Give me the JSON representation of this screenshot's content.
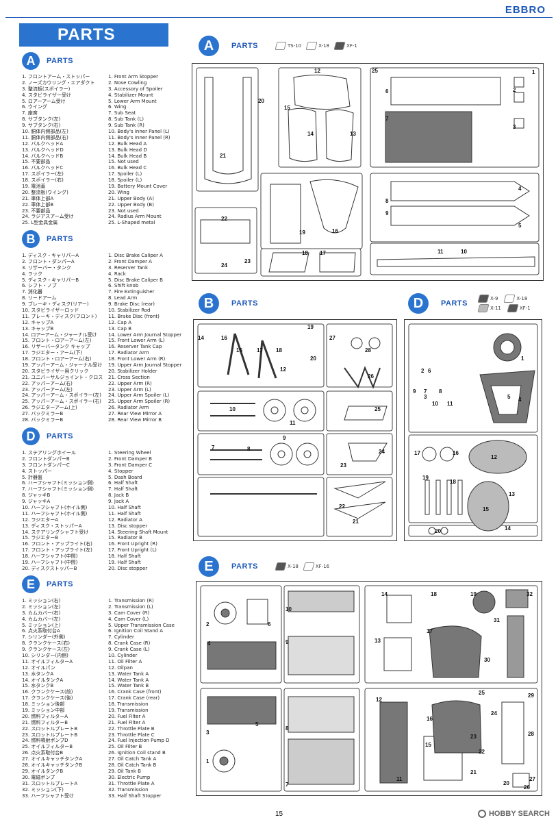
{
  "header": {
    "brand": "EBBRO",
    "parts_banner": "PARTS",
    "page_number": "15",
    "watermark": "HOBBY SEARCH"
  },
  "sections": [
    {
      "letter": "A",
      "title": "PARTS",
      "jp": [
        "1. フロントアーム・ストッパー",
        "2. ノーズカウリング・エアダクト",
        "3. 整流板(スポイラー)",
        "4. スタビライザー受け",
        "5. ロアーアーム受け",
        "6. ウイング",
        "7. 座席",
        "8. サブタンク(左)",
        "9. サブタンク(右)",
        "10. 胴体内側部品(左)",
        "11. 胴体内側部品(右)",
        "12. バルクヘッドA",
        "13. バルクヘッドD",
        "14. バルクヘッドB",
        "15. 不要部品",
        "16. バルクヘッドC",
        "17. スポイラー(左)",
        "18. スポイラー(右)",
        "19. 電池蓋",
        "20. 整流板(ウイング)",
        "21. 車体上部A",
        "22. 車体上部B",
        "23. 不要部品",
        "24. ラジアスアーム受け",
        "25. L型金具金属"
      ],
      "en": [
        "1. Front Arm Stopper",
        "2. Nose Cowling",
        "3. Accessory of Spoiler",
        "4. Stabilizer Mount",
        "5. Lower Arm Mount",
        "6. Wing",
        "7. Sub Seat",
        "8. Sub Tank (L)",
        "9. Sub Tank (R)",
        "10. Body's Inner Panel (L)",
        "11. Body's Inner Panel (R)",
        "12. Bulk Head A",
        "13. Bulk Head D",
        "14. Bulk Head B",
        "15. Not used",
        "16. Bulk Head C",
        "17. Spoiler (L)",
        "18. Spoiler (L)",
        "19. Battery Mount Cover",
        "20. Wing",
        "21. Upper Body (A)",
        "22. Upper Body (B)",
        "23. Not used",
        "24. Radius Arm Mount",
        "25. L-Shaped metal"
      ]
    },
    {
      "letter": "B",
      "title": "PARTS",
      "jp": [
        "1. ディスク・キャリパーA",
        "2. フロント・ダンパーA",
        "3. リザーバー・タンク",
        "4. ラック",
        "5. ディスク・キャリパーB",
        "6. シフト・ノブ",
        "7. 消化器",
        "8. リードアーム",
        "9. ブレーキ・ディスク(リアー)",
        "10. スタビライザーロッド",
        "11. ブレーキ・ディスク(フロント)",
        "12. キャップA",
        "13. キャップB",
        "14. ロアーアーム・ジャーナル受け",
        "15. フロント・ロアーアーム(左)",
        "16. リザーバータンク キャップ",
        "17. ラジエター・アーム(下)",
        "18. フロント・ロアーアーム(右)",
        "19. アッパーアーム・ジャーナル受け",
        "20. スタビライザー用クリック",
        "21. ユニバーサルジョイント・クロス",
        "22. アッパーアーム(右)",
        "23. アッパーアーム(左)",
        "24. アッパーアーム・スポイラー(左)",
        "25. アッパーアーム・スポイラー(右)",
        "26. ラジエターアーム(上)",
        "27. バックミラーB",
        "28. バックミラーB"
      ],
      "en": [
        "1. Disc Brake Caliper A",
        "2. Front Damper A",
        "3. Reserver Tank",
        "4. Rack",
        "5. Disc Brake Caliper B",
        "6. Shift knob",
        "7. Fire Extinguisher",
        "8. Lead Arm",
        "9. Brake Disc (rear)",
        "10. Stabilizer Rod",
        "11. Brake Disc (front)",
        "12. Cap A",
        "13. Cap B",
        "14. Lower Arm Journal Stopper",
        "15. Front Lower Arm (L)",
        "16. Reserver Tank Cap",
        "17. Radiator Arm",
        "18. Front Lower Arm (R)",
        "19. Upper Arm Journal Stopper",
        "20. Stabilizer Holder",
        "21. Cross Section",
        "22. Upper Arm (R)",
        "23. Upper Arm (L)",
        "24. Upper Arm Spoiler (L)",
        "25. Upper Arm Spoiler (R)",
        "26. Radiator Arm",
        "27. Rear View Mirror A",
        "28. Rear View Mirror B"
      ]
    },
    {
      "letter": "D",
      "title": "PARTS",
      "jp": [
        "1. ステアリングホイール",
        "2. フロントダンパーB",
        "3. フロントダンパーC",
        "4. ストッパー",
        "5. 計器盤",
        "6. ハーフシャフト(ミッション側)",
        "7. ハーフシャフト(ミッション側)",
        "8. ジャッキB",
        "9. ジャッキA",
        "10. ハーフシャフト(ホイル側)",
        "11. ハーフシャフト(ホイル側)",
        "12. ラジエターA",
        "13. ディスク・ストッパーA",
        "14. ステアリングシャフト受け",
        "15. ラジエターB",
        "16. フロント・アップライト(右)",
        "17. フロント・アップライト(左)",
        "18. ハーフシャフト(中間)",
        "19. ハーフシャフト(中間)",
        "20. ディスクストッパーB"
      ],
      "en": [
        "1. Steering Wheel",
        "2. Front Damper B",
        "3. Front Damper C",
        "4. Stopper",
        "5. Dash Board",
        "6. Half Shaft",
        "7. Half Shaft",
        "8. Jack B",
        "9. Jack A",
        "10. Half Shaft",
        "11. Half Shaft",
        "12. Radiator A",
        "13. Disc stopper",
        "14. Steering Shaft Mount",
        "15. Radiator B",
        "16. Front Upright (R)",
        "17. Front Upright (L)",
        "18. Half Shaft",
        "19. Half Shaft",
        "20. Disc stopper"
      ]
    },
    {
      "letter": "E",
      "title": "PARTS",
      "jp": [
        "1. ミッション(右)",
        "2. ミッション(左)",
        "3. カムカバー(右)",
        "4. カムカバー(左)",
        "5. ミッション(上)",
        "6. 点火系取付台A",
        "7. シリンダー(外側)",
        "8. クランクケース(右)",
        "9. クランクケース(左)",
        "10. シリンダー(内側)",
        "11. オイルフィルターA",
        "12. オイルパン",
        "13. 水タンクA",
        "14. オイルタンクA",
        "15. 水タンクB",
        "16. クランクケース(前)",
        "17. クランクケース(後)",
        "18. ミッション後部",
        "19. ミッション中部",
        "20. 燃料フィルターA",
        "21. 燃料フィルターB",
        "22. スロットルプレートB",
        "23. スロットルプレートB",
        "24. 燃料噴射ポンプD",
        "25. オイルフィルターB",
        "26. 点火系取付台B",
        "27. オイルキャッチタンクA",
        "28. オイルキャッチタンクB",
        "29. オイルタンクB",
        "30. 電磁ポンプ",
        "31. スロットルプレートA",
        "32. ミッション(下)",
        "33. ハーフシャフト受け"
      ],
      "en": [
        "1. Transmission (R)",
        "2. Transmission (L)",
        "3. Cam Cover (R)",
        "4. Cam Cover (L)",
        "5. Upper Transmission Case",
        "6. Ignition Coil Stand A",
        "7. Cylinder",
        "8. Crank Case (R)",
        "9. Crank Case (L)",
        "10. Cylinder",
        "11. Oil Filter A",
        "12. Oilpan",
        "13. Water Tank A",
        "14. Water Tank A",
        "15. Water Tank B",
        "16. Crank Case (front)",
        "17. Crank Case (rear)",
        "18. Transmission",
        "19. Transmission",
        "20. Fuel Filter A",
        "21. Fuel Filter A",
        "22. Throttle Plate B",
        "23. Throttle Plate C",
        "24. Fuel Injection Pump D",
        "25. Oil Filter B",
        "26. Ignition Coil stand B",
        "27. Oil Catch Tank A",
        "28. Oil Catch Tank B",
        "29. Oil Tank B",
        "30. Electric Pump",
        "31. Throttle Plate A",
        "32. Transmission",
        "33. Half Shaft Stopper"
      ]
    }
  ],
  "sheets": {
    "A": {
      "letter": "A",
      "title": "PARTS",
      "paints": [
        {
          "code": "TS-10",
          "tone": "white"
        },
        {
          "code": "X-18",
          "tone": "white"
        },
        {
          "code": "XF-1",
          "tone": "dark"
        }
      ]
    },
    "B": {
      "letter": "B",
      "title": "PARTS",
      "paints": []
    },
    "D": {
      "letter": "D",
      "title": "PARTS",
      "paints": [
        {
          "code": "X-9",
          "tone": "dark"
        },
        {
          "code": "X-18",
          "tone": "white"
        },
        {
          "code": "X-11",
          "tone": "light"
        },
        {
          "code": "XF-1",
          "tone": "dark"
        }
      ]
    },
    "E": {
      "letter": "E",
      "title": "PARTS",
      "paints": [
        {
          "code": "X-18",
          "tone": "dark"
        },
        {
          "code": "XF-16",
          "tone": "white"
        }
      ]
    }
  },
  "sprue_labels": {
    "A": [
      "1",
      "2",
      "3",
      "4",
      "5",
      "6",
      "7",
      "8",
      "9",
      "10",
      "11",
      "12",
      "13",
      "14",
      "15",
      "16",
      "17",
      "18",
      "19",
      "20",
      "21",
      "22",
      "23",
      "24",
      "25"
    ],
    "B": [
      "14",
      "16",
      "15",
      "17",
      "18",
      "19",
      "27",
      "28",
      "20",
      "12",
      "26",
      "10",
      "11",
      "25",
      "9",
      "7",
      "8",
      "24",
      "23",
      "22",
      "21"
    ],
    "D": [
      "1",
      "2",
      "3",
      "4",
      "5",
      "6",
      "7",
      "8",
      "9",
      "10",
      "11",
      "12",
      "13",
      "14",
      "15",
      "16",
      "17",
      "18",
      "19",
      "20"
    ],
    "E": [
      "1",
      "2",
      "3",
      "4",
      "5",
      "6",
      "7",
      "8",
      "9",
      "10",
      "11",
      "12",
      "13",
      "14",
      "15",
      "16",
      "17",
      "18",
      "19",
      "20",
      "21",
      "22",
      "23",
      "24",
      "25",
      "26",
      "27",
      "28",
      "29",
      "30",
      "31",
      "32"
    ]
  },
  "colors": {
    "accent": "#2a74d0",
    "accent_text": "#1c57b8"
  }
}
